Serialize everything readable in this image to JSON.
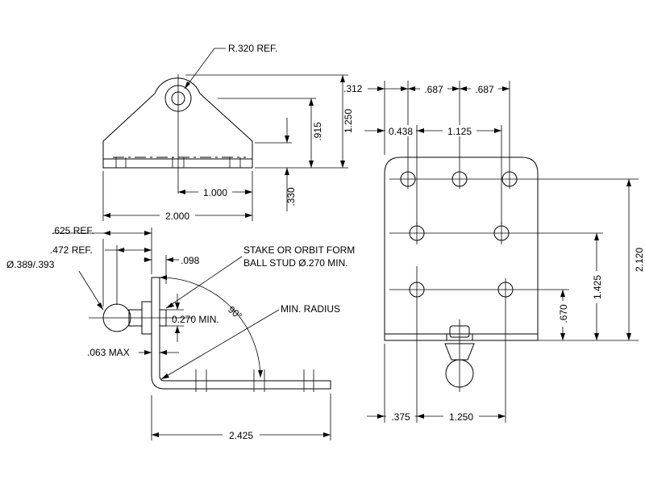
{
  "labels": {
    "r320": "R.320 REF.",
    "d312": ".312",
    "d687a": ".687",
    "d687b": ".687",
    "d1250v": "1.250",
    "d915": ".915",
    "d330": ".330",
    "d1000": "1.000",
    "d2000": "2.000",
    "d0438": "0.438",
    "d1125": "1.125",
    "d625": ".625 REF.",
    "d472": ".472 REF.",
    "dia389": "Ø.389/.393",
    "d098": ".098",
    "stake1": "STAKE OR ORBIT FORM",
    "stake2": "BALL STUD Ø.270 MIN.",
    "d0270": "0.270 MIN.",
    "deg90": "90°",
    "minradius": "MIN. RADIUS",
    "d063": ".063 MAX",
    "d2425": "2.425",
    "d2120": "2.120",
    "d1425": "1.425",
    "d670": ".670",
    "d375": ".375",
    "d1250h": "1.250"
  }
}
